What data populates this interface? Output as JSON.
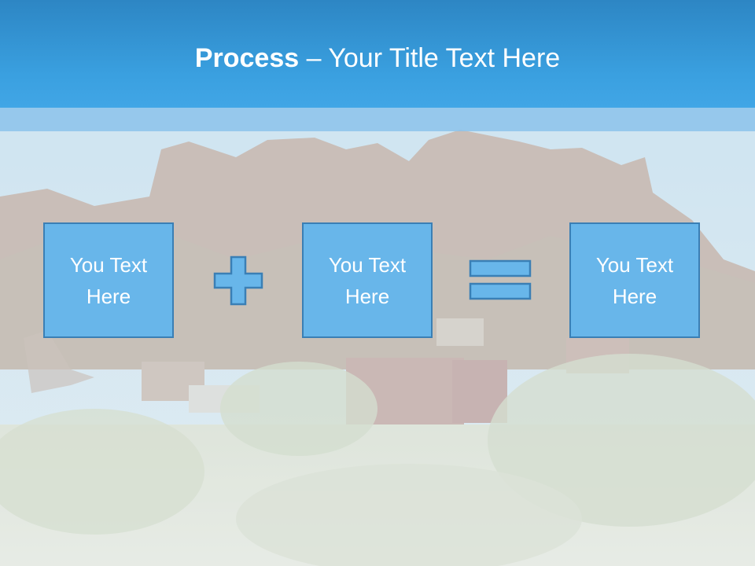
{
  "slide": {
    "title_bold": "Process",
    "title_rest": " – Your Title Text Here",
    "boxes": [
      {
        "text": "You Text Here"
      },
      {
        "text": "You Text Here"
      },
      {
        "text": "You Text Here"
      }
    ],
    "operators": [
      "plus-icon",
      "equals-icon"
    ],
    "colors": {
      "header": "#3aa0e0",
      "box_fill": "#68b6ea",
      "box_border": "#3a7fb5",
      "text": "#ffffff"
    }
  }
}
